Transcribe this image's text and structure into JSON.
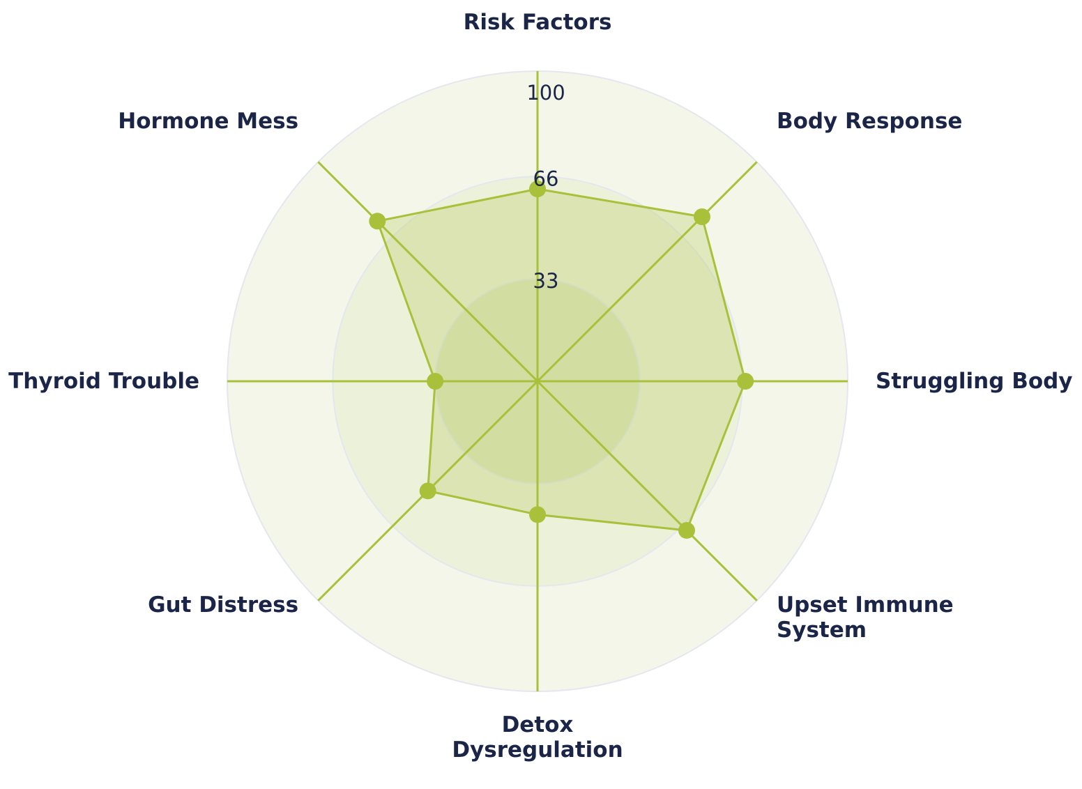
{
  "chart_data": {
    "type": "radar",
    "title": "",
    "axes": [
      {
        "label": [
          "Risk Factors"
        ],
        "value": 62
      },
      {
        "label": [
          "Body Response"
        ],
        "value": 75
      },
      {
        "label": [
          "Struggling Body"
        ],
        "value": 67
      },
      {
        "label": [
          "Upset Immune",
          "System"
        ],
        "value": 68
      },
      {
        "label": [
          "Detox",
          "Dysregulation"
        ],
        "value": 43
      },
      {
        "label": [
          "Gut Distress"
        ],
        "value": 50
      },
      {
        "label": [
          "Thyroid Trouble"
        ],
        "value": 33
      },
      {
        "label": [
          "Hormone Mess"
        ],
        "value": 73
      }
    ],
    "range": [
      0,
      100
    ],
    "ticks": [
      33,
      66,
      100
    ],
    "tick_labels": [
      "33",
      "66",
      "100"
    ],
    "grid": true,
    "legend": false
  },
  "colors": {
    "series_line": "#a8c03a",
    "series_fill": "rgba(168,192,58,0.25)",
    "ring_outer": "#f3f6e8",
    "ring_middle": "#ecf1da",
    "ring_inner": "#e0e7c3",
    "ring_stroke": "#e4e7ef",
    "text": "#1b2548"
  }
}
